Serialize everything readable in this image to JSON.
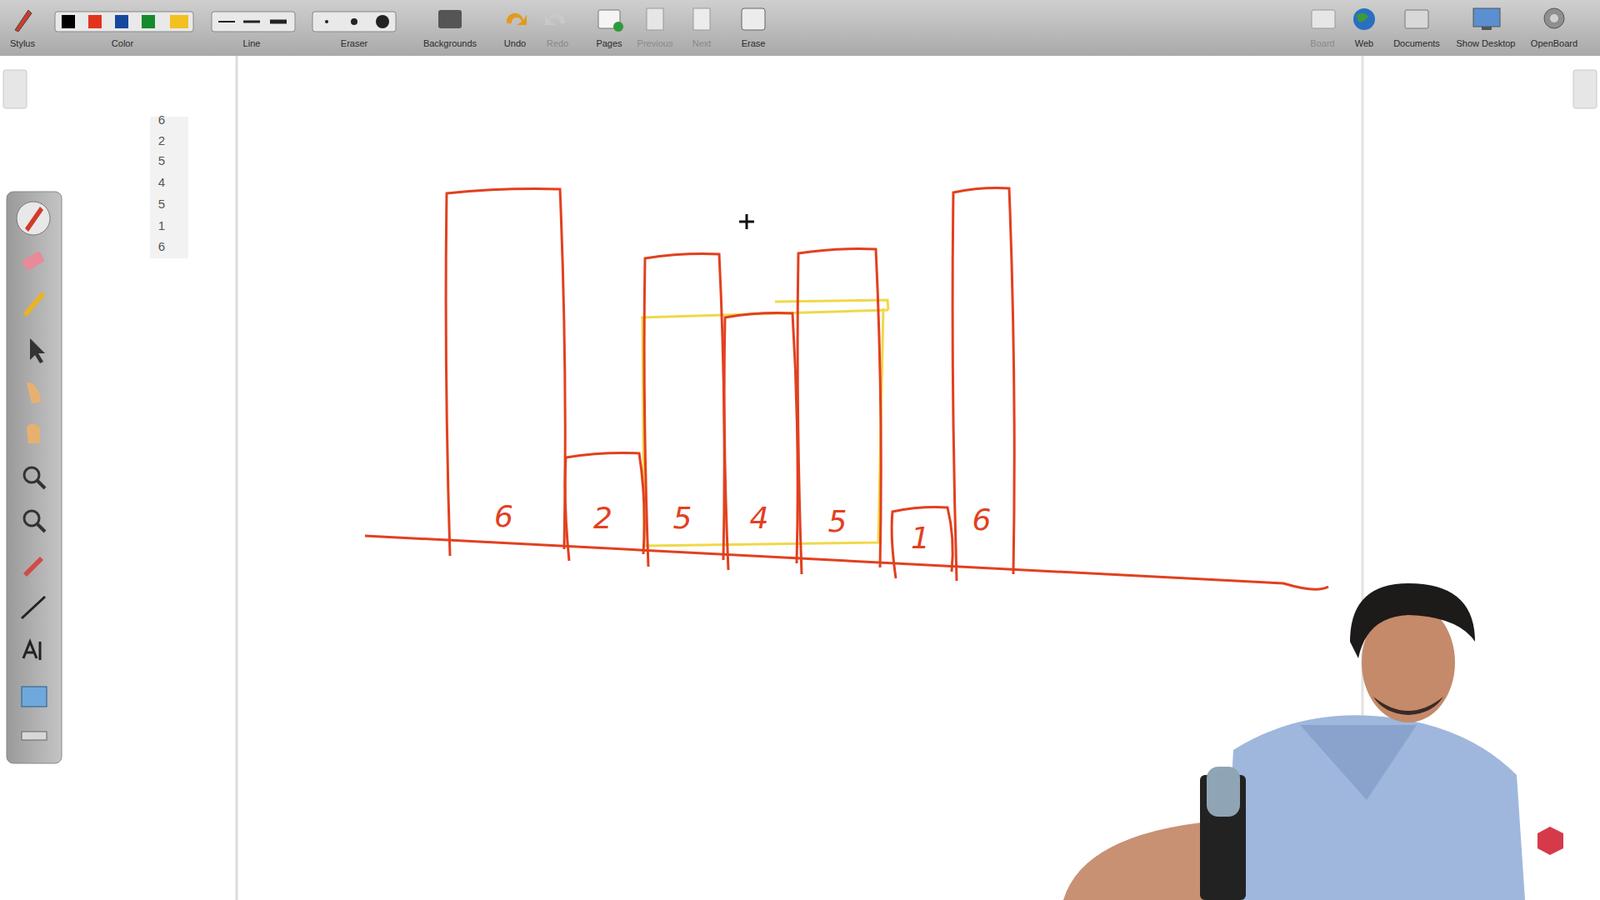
{
  "diagram": {
    "nodes": [
      {
        "text": [
          "6"
        ]
      },
      {
        "text": [
          "2"
        ]
      },
      {
        "text": [
          "5"
        ]
      },
      {
        "text": [
          "4"
        ]
      },
      {
        "text": [
          "5"
        ]
      },
      {
        "text": [
          "1"
        ]
      },
      {
        "text": [
          "6"
        ]
      }
    ],
    "labels": [
      "Stylus",
      "Color",
      "Line",
      "Eraser",
      "Backgrounds",
      "Undo",
      "Redo",
      "Pages",
      "Previous",
      "Next",
      "Erase",
      "Board",
      "Web",
      "Documents",
      "Show Desktop",
      "OpenBoard",
      "6",
      "2",
      "5",
      "4",
      "5",
      "1",
      "6"
    ]
  }
}
